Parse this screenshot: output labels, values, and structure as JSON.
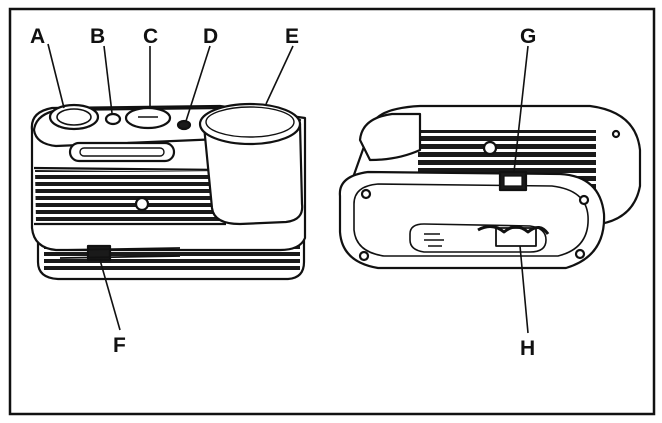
{
  "diagram": {
    "labels": {
      "a": "A",
      "b": "B",
      "c": "C",
      "d": "D",
      "e": "E",
      "f": "F",
      "g": "G",
      "h": "H"
    },
    "colors": {
      "ink": "#111111",
      "paper": "#ffffff"
    }
  }
}
